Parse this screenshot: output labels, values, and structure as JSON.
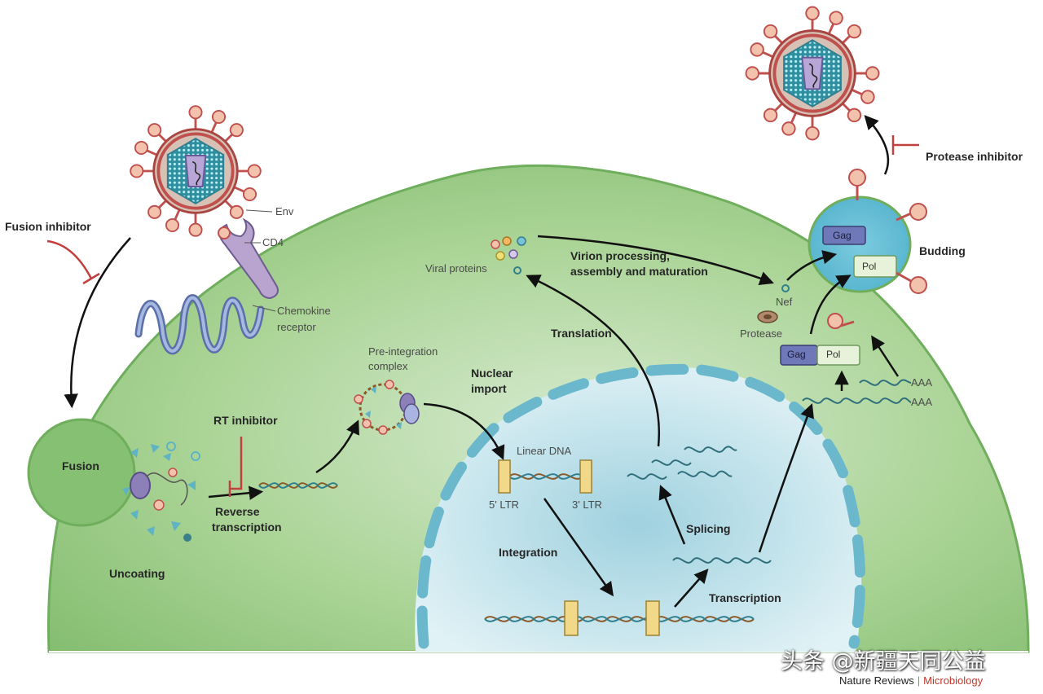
{
  "labels": {
    "fusion_inhibitor": "Fusion inhibitor",
    "env": "Env",
    "cd4": "CD4",
    "chemokine": "Chemokine",
    "receptor": "receptor",
    "fusion": "Fusion",
    "uncoating": "Uncoating",
    "rt_inhibitor": "RT inhibitor",
    "reverse": "Reverse",
    "transcription_rt": "transcription",
    "pre_integration": "Pre-integration",
    "complex": "complex",
    "nuclear": "Nuclear",
    "import": "import",
    "linear_dna": "Linear DNA",
    "ltr5": "5' LTR",
    "ltr3": "3' LTR",
    "integration": "Integration",
    "transcription": "Transcription",
    "splicing": "Splicing",
    "translation": "Translation",
    "viral_proteins": "Viral proteins",
    "virion_processing": "Virion processing,",
    "assembly_maturation": "assembly and maturation",
    "nef": "Nef",
    "protease": "Protease",
    "gag": "Gag",
    "pol": "Pol",
    "budding": "Budding",
    "protease_inhibitor": "Protease inhibitor",
    "aaa": "AAA"
  },
  "colors": {
    "cell": "#8ec47a",
    "nucleus": "#bfe3ec",
    "nuclear_pore": "#6bb7cc",
    "virus_outer": "#c0504d",
    "virus_spike": "#e8a58c",
    "virus_core": "#3aa3b3",
    "inhibitor": "#c24040",
    "arrow": "#111111",
    "ltr_box": "#f2d98a"
  },
  "watermark": "头条 @新疆天同公益",
  "credit": {
    "journal": "Nature Reviews",
    "separator": "|",
    "subject": "Microbiology"
  }
}
